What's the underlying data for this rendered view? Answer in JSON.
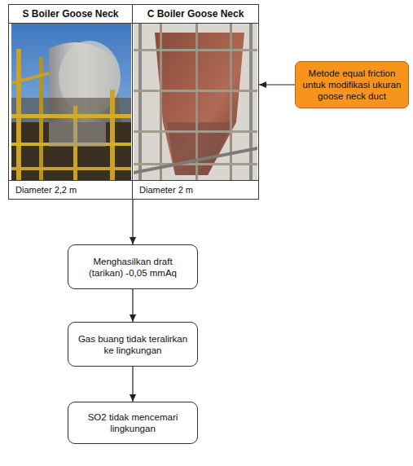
{
  "diagram": {
    "nodes": [
      {
        "text": [
          "S Boiler Goose Neck",
          "Diameter 2,2 m"
        ]
      },
      {
        "text": [
          "C Boiler Goose Neck",
          "Diameter 2 m"
        ]
      },
      {
        "text": [
          "Metode equal friction untuk modifikasi ukuran goose neck duct"
        ]
      },
      {
        "text": [
          "Menghasilkan draft (tarikan) -0,05 mmAq"
        ]
      },
      {
        "text": [
          "Gas buang tidak teralirkan ke lingkungan"
        ]
      },
      {
        "text": [
          "SO2 tidak mencemari lingkungan"
        ]
      }
    ],
    "edges": [
      {
        "from": 2,
        "to": 1,
        "arrow": "to"
      },
      {
        "from": 1,
        "to": 3,
        "arrow": "to"
      },
      {
        "from": 3,
        "to": 4,
        "arrow": "to"
      },
      {
        "from": 4,
        "to": 5,
        "arrow": "to"
      }
    ]
  }
}
